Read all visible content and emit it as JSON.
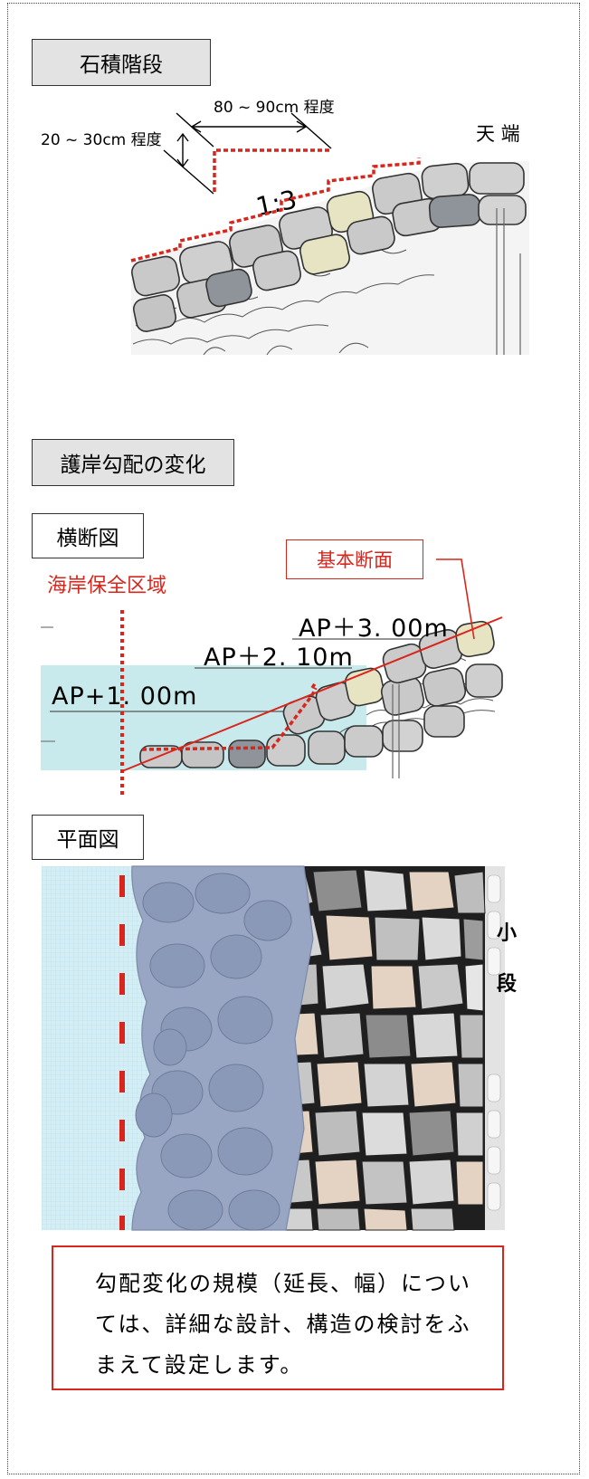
{
  "sections": {
    "stone_stairs": {
      "title": "石積階段",
      "width_label": "80 ~ 90cm 程度",
      "height_label": "20 ~ 30cm 程度",
      "slope_label": "1:3",
      "crest_label": "天 端"
    },
    "gradient_change": {
      "title": "護岸勾配の変化"
    },
    "cross_section": {
      "tab": "横断図",
      "basic_section_label": "基本断面",
      "zone_label": "海岸保全区域",
      "levels": [
        "AP＋3. 00m",
        "AP＋2. 10m",
        "AP+1. 00m"
      ]
    },
    "plan_view": {
      "tab": "平面図",
      "side_label_1": "小",
      "side_label_2": "段"
    },
    "note": {
      "text": "勾配変化の規模（延長、幅）については、詳細な設計、構造の検討をふまえて設定します。"
    }
  },
  "colors": {
    "accent_red": "#d9261c",
    "water": "#c9eaec",
    "stone_gray": "#c7c7c7",
    "stone_yellow": "#e7e4c3",
    "stone_dark": "#8f949a",
    "plan_stone_blue": "#98a6c4",
    "plan_stone_beige": "#e4d3c3"
  }
}
